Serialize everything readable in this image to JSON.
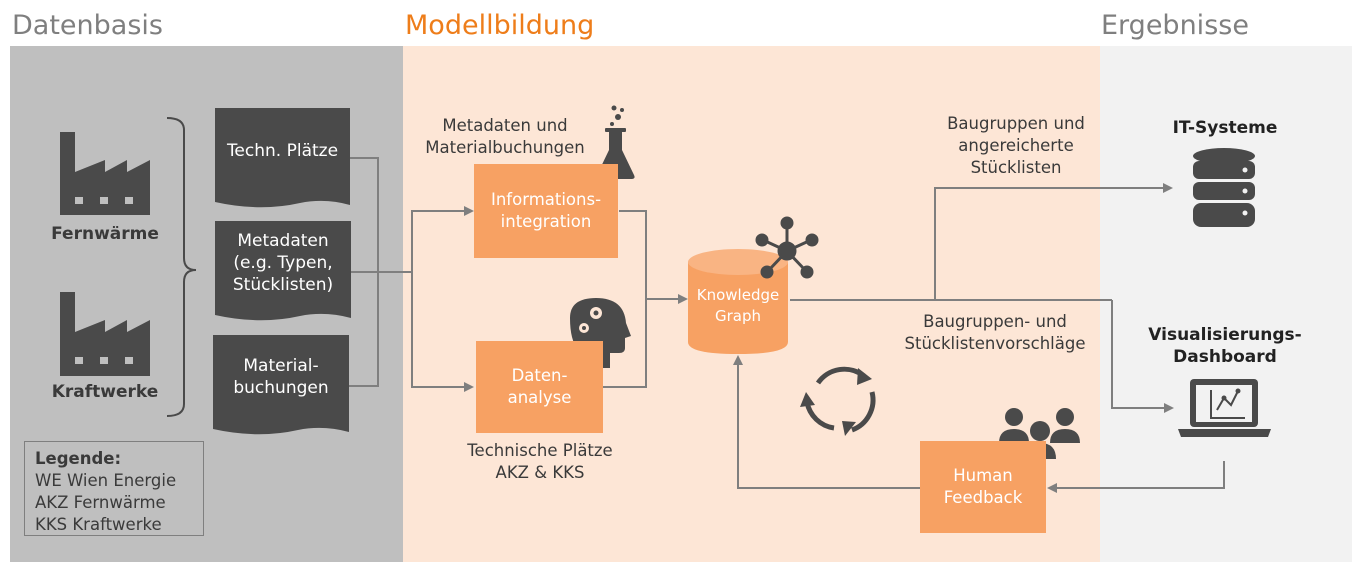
{
  "sections": {
    "data": "Datenbasis",
    "model": "Modellbildung",
    "results": "Ergebnisse"
  },
  "sources": {
    "district_heating": "Fernwärme",
    "power_plants": "Kraftwerke"
  },
  "documents": {
    "tech_places": "Techn. Plätze",
    "metadata": [
      "Metadaten",
      "(e.g. Typen,",
      "Stücklisten)"
    ],
    "material_bookings": [
      "Material-",
      "buchungen"
    ]
  },
  "labels": {
    "metadata_materials": [
      "Metadaten und",
      "Materialbuchungen"
    ],
    "technical_places": [
      "Technische Plätze",
      "AKZ & KKS"
    ],
    "assemblies_enriched": [
      "Baugruppen und",
      "angereicherte",
      "Stücklisten"
    ],
    "assemblies_proposals": [
      "Baugruppen- und",
      "Stücklistenvorschläge"
    ]
  },
  "boxes": {
    "info_integration": [
      "Informations-",
      "integration"
    ],
    "data_analysis": [
      "Daten-",
      "analyse"
    ],
    "knowledge_graph": [
      "Knowledge",
      "Graph"
    ],
    "human_feedback": [
      "Human",
      "Feedback"
    ]
  },
  "results": {
    "it_systems": "IT-Systeme",
    "dashboard": [
      "Visualisierungs-",
      "Dashboard"
    ]
  },
  "legend": {
    "title": "Legende:",
    "items": [
      "WE Wien Energie",
      "AKZ Fernwärme",
      "KKS Kraftwerke"
    ]
  },
  "colors": {
    "orange": "#f7a163",
    "title_orange": "#ee7d1a",
    "grey_panel": "#bfbfbf",
    "peach_panel": "#fde6d6",
    "light_panel": "#f2f2f2",
    "dark_icon": "#4a4a4a"
  }
}
